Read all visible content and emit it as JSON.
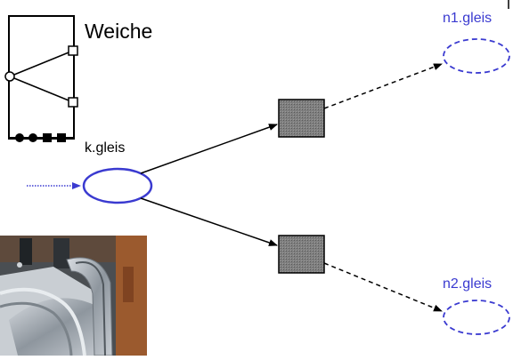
{
  "diagram": {
    "component_symbol": {
      "label": "Weiche"
    },
    "input_track": {
      "label": "k.gleis"
    },
    "output_tracks": [
      {
        "label": "n1.gleis"
      },
      {
        "label": "n2.gleis"
      }
    ],
    "photo": {
      "description_icon": "track-switch-photo"
    }
  },
  "colors": {
    "place_stroke": "#3a3ad0",
    "place_label": "#3a3ad0",
    "transition_fill": "#7a7a7a",
    "arc": "#000000",
    "input_arc": "#3a3ad0"
  }
}
